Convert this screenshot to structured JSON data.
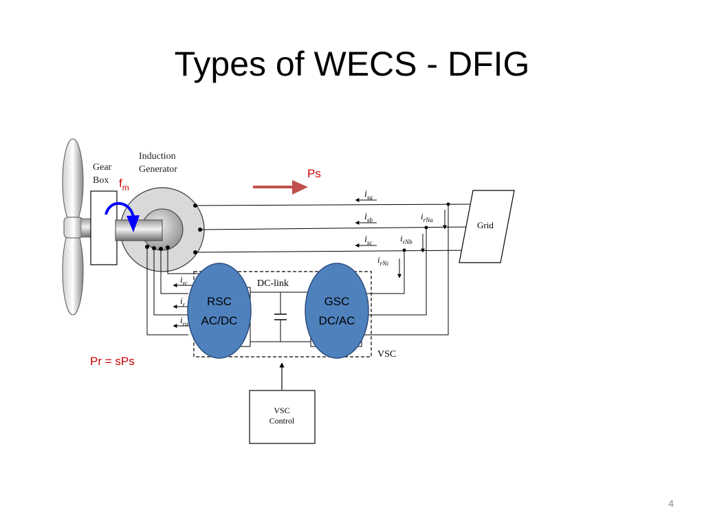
{
  "title": "Types of WECS - DFIG",
  "slide_number": "4",
  "colors": {
    "annotation_red": "#cc0000",
    "power_arrow": "#c0504d",
    "converter_fill": "#4f81bd",
    "converter_border": "#2a4c7d",
    "rotation_arrow": "#0000ff"
  },
  "labels": {
    "gear_box_line1": "Gear",
    "gear_box_line2": "Box",
    "fm_base": "f",
    "fm_sub": "m",
    "induction_line1": "Induction",
    "induction_line2": "Generator",
    "ps": "Ps",
    "pr_eq": "Pr = sPs",
    "grid": "Grid",
    "dc_link": "DC-link",
    "vsc": "VSC",
    "vsc_control_line1": "VSC",
    "vsc_control_line2": "Control"
  },
  "currents": {
    "i": "i",
    "sa": "sa",
    "sb": "sb",
    "sc": "sc",
    "rNa": "rNa",
    "rNb": "rNb",
    "rNc": "rNc",
    "rc": "rc",
    "rb": "r",
    "ra": "ra"
  },
  "converters": {
    "rsc_line1": "RSC",
    "rsc_line2": "AC/DC",
    "gsc_line1": "GSC",
    "gsc_line2": "DC/AC"
  }
}
